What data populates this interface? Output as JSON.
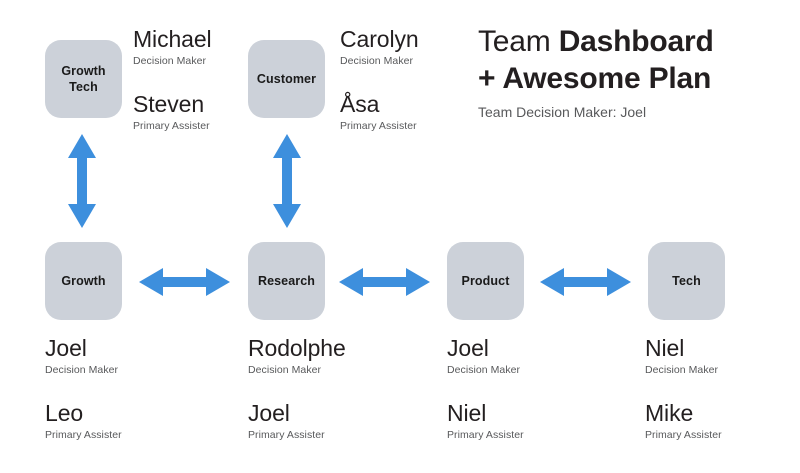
{
  "title": {
    "line1_light": "Team ",
    "line1_bold": "Dashboard",
    "line2_bold": "+ Awesome Plan",
    "subtitle": "Team Decision Maker: Joel"
  },
  "roles": {
    "decision_maker": "Decision Maker",
    "primary_assister": "Primary Assister"
  },
  "colors": {
    "box_fill": "#ccd1d9",
    "arrow_blue": "#3d8fdd",
    "name_text": "#231f20",
    "role_text": "#58595b",
    "background": "#ffffff"
  },
  "top_row": [
    {
      "box_label": "Growth Tech",
      "box_label_line1": "Growth",
      "box_label_line2": "Tech",
      "decision_maker": "Michael",
      "decision_maker_role": "Decision Maker",
      "primary_assister": "Steven",
      "primary_assister_role": "Primary Assister"
    },
    {
      "box_label": "Customer",
      "box_label_line1": "Customer",
      "box_label_line2": "",
      "decision_maker": "Carolyn",
      "decision_maker_role": "Decision Maker",
      "primary_assister": "Åsa",
      "primary_assister_role": "Primary Assister"
    }
  ],
  "bottom_row": [
    {
      "box_label": "Growth",
      "decision_maker": "Joel",
      "decision_maker_role": "Decision Maker",
      "primary_assister": "Leo",
      "primary_assister_role": "Primary Assister"
    },
    {
      "box_label": "Research",
      "decision_maker": "Rodolphe",
      "decision_maker_role": "Decision Maker",
      "primary_assister": "Joel",
      "primary_assister_role": "Primary Assister"
    },
    {
      "box_label": "Product",
      "decision_maker": "Joel",
      "decision_maker_role": "Decision Maker",
      "primary_assister": "Niel",
      "primary_assister_role": "Primary Assister"
    },
    {
      "box_label": "Tech",
      "decision_maker": "Niel",
      "decision_maker_role": "Decision Maker",
      "primary_assister": "Mike",
      "primary_assister_role": "Primary Assister"
    }
  ],
  "connectors": [
    {
      "name": "growth-to-growthtech",
      "direction": "vertical",
      "icon": "double-arrow-vertical-icon"
    },
    {
      "name": "research-to-customer",
      "direction": "vertical",
      "icon": "double-arrow-vertical-icon"
    },
    {
      "name": "growth-research",
      "direction": "horizontal",
      "icon": "double-arrow-horizontal-icon"
    },
    {
      "name": "research-product",
      "direction": "horizontal",
      "icon": "double-arrow-horizontal-icon"
    },
    {
      "name": "product-tech",
      "direction": "horizontal",
      "icon": "double-arrow-horizontal-icon"
    }
  ]
}
